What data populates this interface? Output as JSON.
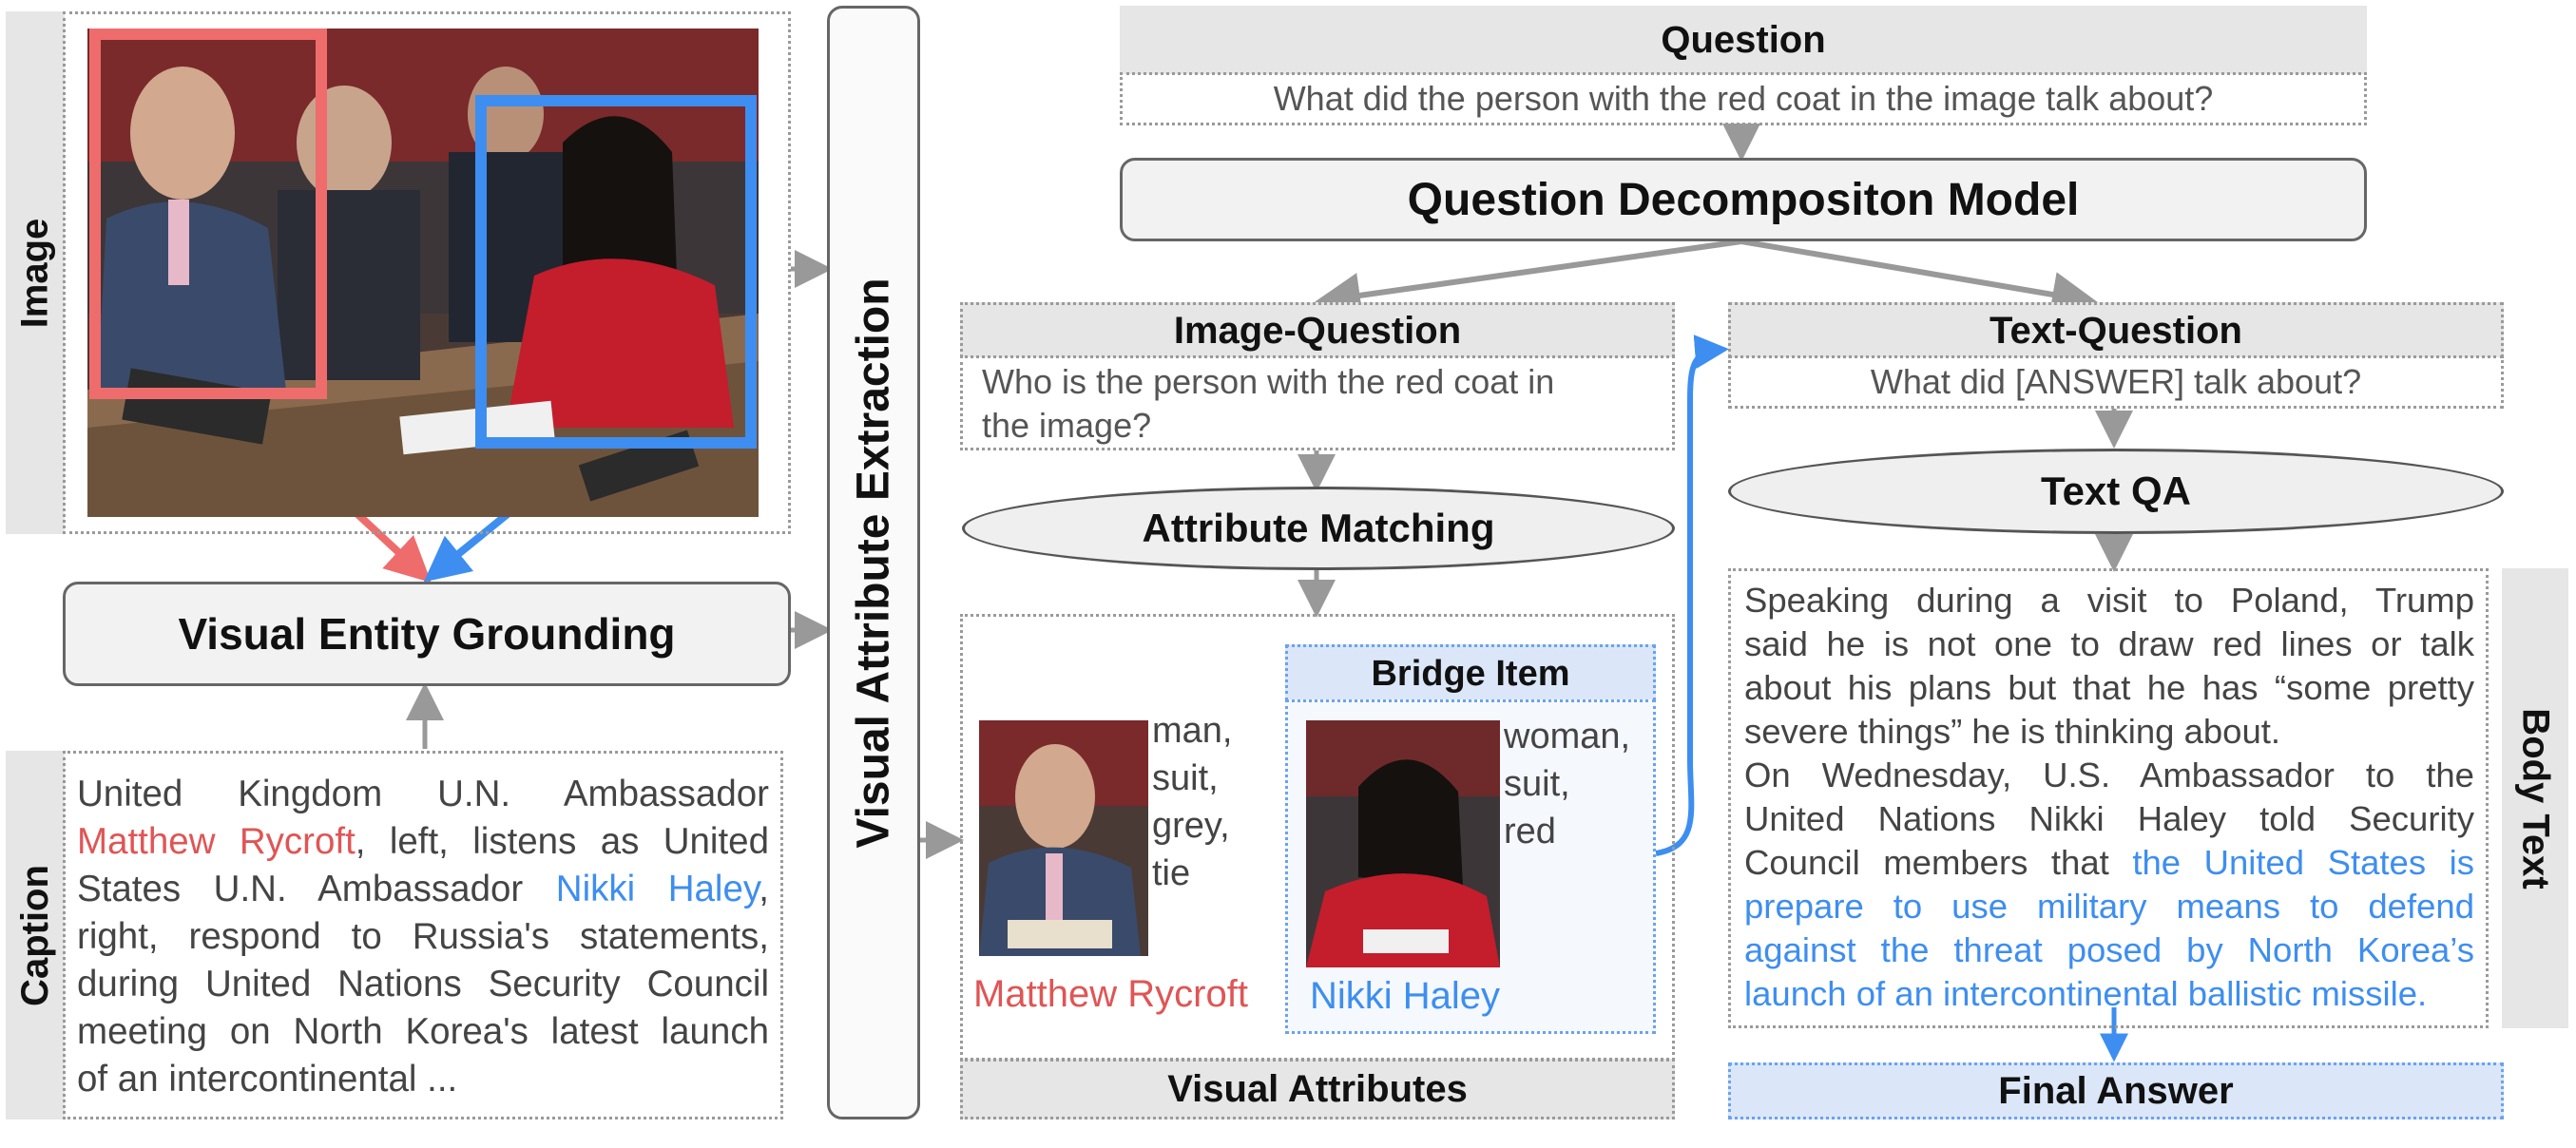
{
  "left": {
    "image_label": "Image",
    "caption_label": "Caption",
    "visual_entity_grounding": "Visual Entity Grounding",
    "caption": {
      "line1": "United Kingdom U.N. Ambassador",
      "line2_name": "Matthew Rycroft",
      "line2_rest": ", left, listens as United",
      "line3_pre": "States U.N. Ambassador ",
      "line3_name": "Nikki Haley",
      "line3_post": ",",
      "line4": "right, respond to Russia's statements,",
      "line5": "during United Nations Security Council",
      "line6": "meeting on North Korea's latest launch",
      "line7": "of an intercontinental ..."
    }
  },
  "vae_label": "Visual Attribute Extraction",
  "question": {
    "header": "Question",
    "text": "What did the person with the red coat in the image talk about?"
  },
  "qdm_label": "Question Decompositon Model",
  "image_question": {
    "header": "Image-Question",
    "line1": "Who is the person with the red coat in",
    "line2": "the image?"
  },
  "text_question": {
    "header": "Text-Question",
    "text": "What did [ANSWER] talk about?"
  },
  "attribute_matching": "Attribute Matching",
  "text_qa": "Text QA",
  "visual_attributes": {
    "footer": "Visual Attributes",
    "bridge_header": "Bridge Item",
    "person1": {
      "attrs": [
        "man,",
        "suit,",
        "grey,",
        "tie"
      ],
      "name": "Matthew Rycroft"
    },
    "person2": {
      "attrs": [
        "woman,",
        "suit,",
        "red"
      ],
      "name": "Nikki Haley"
    }
  },
  "body_text": {
    "label": "Body Text",
    "lines": [
      "Speaking during a visit to Poland, Trump",
      "said he is not one to draw red lines or talk",
      "about his plans but that he has “some pretty",
      "severe things” he is thinking about."
    ],
    "p2_line1": "On Wednesday, U.S. Ambassador to the",
    "p2_line2": "United Nations Nikki Haley told Security",
    "p2_line3_pre": "Council members that ",
    "p2_line3_blue": "the United States is",
    "blue_lines": [
      "prepare to use military means to defend",
      "against the threat posed by North Korea’s"
    ],
    "last_line": "launch of an intercontinental ballistic missile."
  },
  "final_answer": "Final Answer",
  "colors": {
    "red": "#e05555",
    "blue": "#3d8ef0",
    "gray_arrow": "#999999"
  }
}
